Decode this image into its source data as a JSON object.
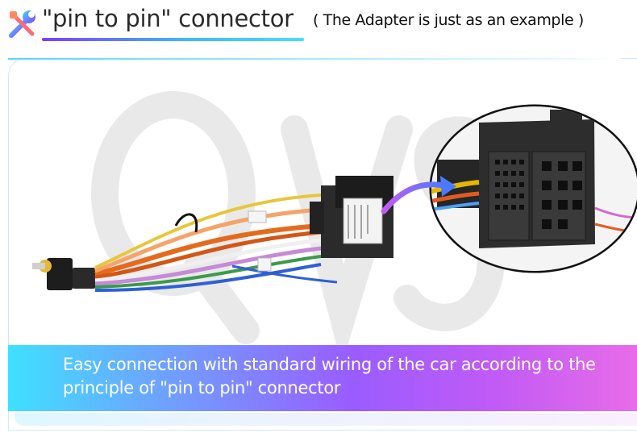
{
  "header": {
    "title": "\"pin to pin\" connector",
    "subtitle": "( The Adapter is just as an example )",
    "icon": "tools-icon",
    "accent_gradient": [
      "#7d3cff",
      "#3db7ff",
      "#40e0ff"
    ]
  },
  "image": {
    "watermark_text": "QVS",
    "main_object": "wiring-harness-with-connector",
    "zoom_object": "connector-closeup"
  },
  "banner": {
    "line1": "Easy connection with standard wiring of the car according to the",
    "line2": "principle of \"pin to pin\" connector",
    "gradient": [
      "#3fe0ff",
      "#6aa8ff",
      "#9a5cff",
      "#c25bf5",
      "#e86ce8"
    ]
  }
}
